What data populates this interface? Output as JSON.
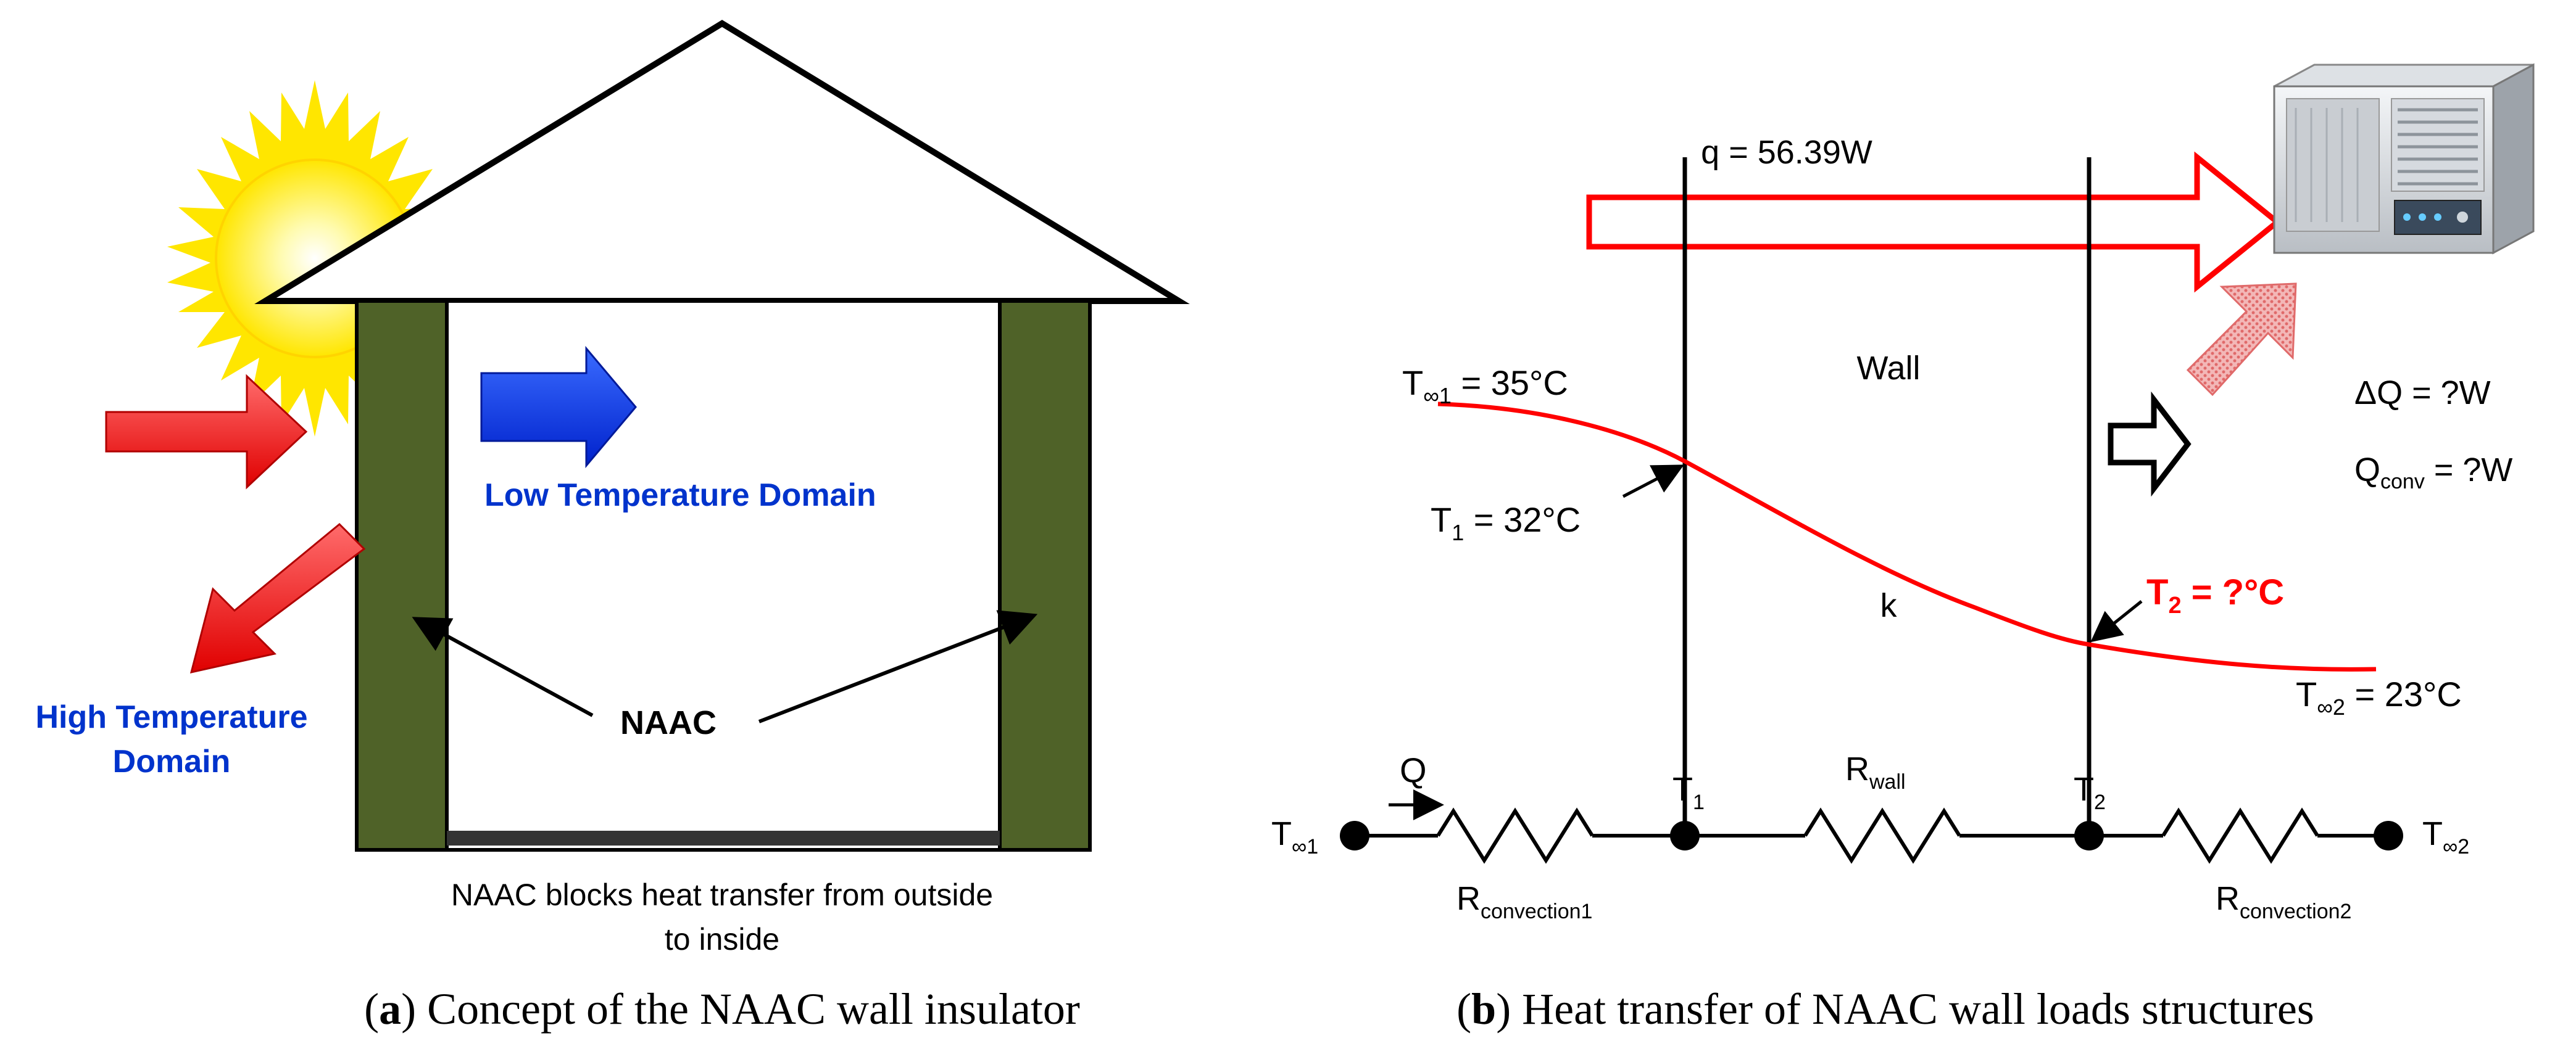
{
  "panel_a": {
    "domain_low": "Low Temperature Domain",
    "domain_high_line1": "High Temperature",
    "domain_high_line2": "Domain",
    "naac_label": "NAAC",
    "footer_line1": "NAAC blocks heat transfer from outside",
    "footer_line2": "to inside",
    "caption_letter": "a",
    "caption_text": ") Concept of the NAAC wall insulator"
  },
  "panel_b": {
    "q_label": "q = 56.39W",
    "wall_label": "Wall",
    "k_label": "k",
    "t_inf1_label": "T∞1 = 35°C",
    "t1_label": "T1 = 32°C",
    "t2_label": "T2 = ?°C",
    "t_inf2_label": "T∞2 = 23°C",
    "delta_q_label": "ΔQ = ?W",
    "q_conv_label": "Qconv = ?W",
    "flow_label": "Q",
    "circuit_nodes": [
      "T∞1",
      "T1",
      "T2",
      "T∞2"
    ],
    "r_wall": "Rwall",
    "r_conv1": "Rconvection1",
    "r_conv2": "Rconvection2",
    "caption_letter": "b",
    "caption_text": ") Heat transfer of NAAC wall loads structures"
  },
  "colors": {
    "wall_green": "#4f6228",
    "hot_red": "#ff0000",
    "cool_blue": "#0033cc",
    "sun_yellow": "#ffe600"
  },
  "icons": [
    "sun-icon",
    "air-conditioner-icon"
  ]
}
